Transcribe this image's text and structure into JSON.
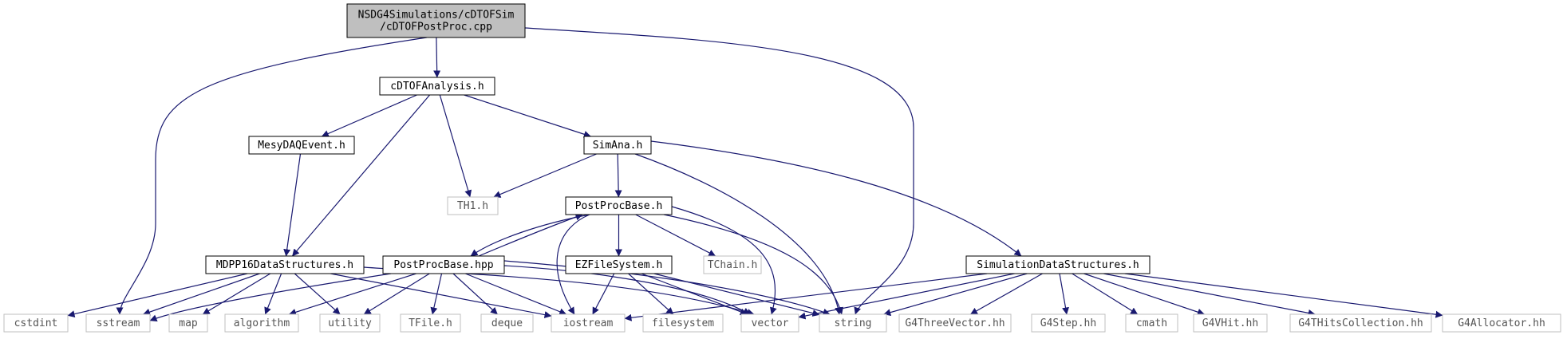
{
  "diagram": {
    "colors": {
      "edge": "#191970",
      "node_border": "#000000",
      "ext_border": "#bfbfbf",
      "root_fill": "#bfbfbf",
      "node_fill": "#ffffff",
      "text": "#000000",
      "ext_text": "#555555"
    },
    "nodes": [
      {
        "id": "root",
        "lines": [
          "NSDG4Simulations/cDTOFSim",
          "/cDTOFPostProc.cpp"
        ],
        "kind": "root"
      },
      {
        "id": "cdtofanalysis",
        "lines": [
          "cDTOFAnalysis.h"
        ],
        "kind": "local"
      },
      {
        "id": "mesydaqevent",
        "lines": [
          "MesyDAQEvent.h"
        ],
        "kind": "local"
      },
      {
        "id": "simana",
        "lines": [
          "SimAna.h"
        ],
        "kind": "local"
      },
      {
        "id": "th1",
        "lines": [
          "TH1.h"
        ],
        "kind": "external"
      },
      {
        "id": "postprocbase_h",
        "lines": [
          "PostProcBase.h"
        ],
        "kind": "local"
      },
      {
        "id": "mdpp16",
        "lines": [
          "MDPP16DataStructures.h"
        ],
        "kind": "local"
      },
      {
        "id": "postprocbase_hpp",
        "lines": [
          "PostProcBase.hpp"
        ],
        "kind": "local"
      },
      {
        "id": "ezfilesystem",
        "lines": [
          "EZFileSystem.h"
        ],
        "kind": "local"
      },
      {
        "id": "tchain",
        "lines": [
          "TChain.h"
        ],
        "kind": "external"
      },
      {
        "id": "simdatastruct",
        "lines": [
          "SimulationDataStructures.h"
        ],
        "kind": "local"
      },
      {
        "id": "cstdint",
        "lines": [
          "cstdint"
        ],
        "kind": "external"
      },
      {
        "id": "sstream",
        "lines": [
          "sstream"
        ],
        "kind": "external"
      },
      {
        "id": "map",
        "lines": [
          "map"
        ],
        "kind": "external"
      },
      {
        "id": "algorithm",
        "lines": [
          "algorithm"
        ],
        "kind": "external"
      },
      {
        "id": "utility",
        "lines": [
          "utility"
        ],
        "kind": "external"
      },
      {
        "id": "tfile",
        "lines": [
          "TFile.h"
        ],
        "kind": "external"
      },
      {
        "id": "deque",
        "lines": [
          "deque"
        ],
        "kind": "external"
      },
      {
        "id": "iostream",
        "lines": [
          "iostream"
        ],
        "kind": "external"
      },
      {
        "id": "filesystem",
        "lines": [
          "filesystem"
        ],
        "kind": "external"
      },
      {
        "id": "vector",
        "lines": [
          "vector"
        ],
        "kind": "external"
      },
      {
        "id": "string",
        "lines": [
          "string"
        ],
        "kind": "external"
      },
      {
        "id": "g4threevector",
        "lines": [
          "G4ThreeVector.hh"
        ],
        "kind": "external"
      },
      {
        "id": "g4step",
        "lines": [
          "G4Step.hh"
        ],
        "kind": "external"
      },
      {
        "id": "cmath",
        "lines": [
          "cmath"
        ],
        "kind": "external"
      },
      {
        "id": "g4vhit",
        "lines": [
          "G4VHit.hh"
        ],
        "kind": "external"
      },
      {
        "id": "g4thitscollection",
        "lines": [
          "G4THitsCollection.hh"
        ],
        "kind": "external"
      },
      {
        "id": "g4allocator",
        "lines": [
          "G4Allocator.hh"
        ],
        "kind": "external"
      }
    ],
    "edges": [
      {
        "from": "root",
        "to": "cdtofanalysis"
      },
      {
        "from": "root",
        "to": "sstream"
      },
      {
        "from": "root",
        "to": "string"
      },
      {
        "from": "cdtofanalysis",
        "to": "mesydaqevent"
      },
      {
        "from": "cdtofanalysis",
        "to": "simana"
      },
      {
        "from": "cdtofanalysis",
        "to": "th1"
      },
      {
        "from": "cdtofanalysis",
        "to": "mdpp16"
      },
      {
        "from": "mesydaqevent",
        "to": "mdpp16"
      },
      {
        "from": "simana",
        "to": "th1"
      },
      {
        "from": "simana",
        "to": "postprocbase_h"
      },
      {
        "from": "simana",
        "to": "string"
      },
      {
        "from": "simana",
        "to": "simdatastruct"
      },
      {
        "from": "postprocbase_h",
        "to": "postprocbase_hpp"
      },
      {
        "from": "postprocbase_hpp",
        "to": "postprocbase_h"
      },
      {
        "from": "postprocbase_h",
        "to": "ezfilesystem"
      },
      {
        "from": "postprocbase_h",
        "to": "tchain"
      },
      {
        "from": "postprocbase_h",
        "to": "iostream"
      },
      {
        "from": "postprocbase_h",
        "to": "vector"
      },
      {
        "from": "postprocbase_h",
        "to": "string"
      },
      {
        "from": "mdpp16",
        "to": "cstdint"
      },
      {
        "from": "mdpp16",
        "to": "sstream"
      },
      {
        "from": "mdpp16",
        "to": "map"
      },
      {
        "from": "mdpp16",
        "to": "algorithm"
      },
      {
        "from": "mdpp16",
        "to": "utility"
      },
      {
        "from": "mdpp16",
        "to": "iostream"
      },
      {
        "from": "mdpp16",
        "to": "vector"
      },
      {
        "from": "postprocbase_hpp",
        "to": "sstream"
      },
      {
        "from": "postprocbase_hpp",
        "to": "algorithm"
      },
      {
        "from": "postprocbase_hpp",
        "to": "utility"
      },
      {
        "from": "postprocbase_hpp",
        "to": "tfile"
      },
      {
        "from": "postprocbase_hpp",
        "to": "deque"
      },
      {
        "from": "postprocbase_hpp",
        "to": "iostream"
      },
      {
        "from": "postprocbase_hpp",
        "to": "vector"
      },
      {
        "from": "postprocbase_hpp",
        "to": "string"
      },
      {
        "from": "ezfilesystem",
        "to": "iostream"
      },
      {
        "from": "ezfilesystem",
        "to": "filesystem"
      },
      {
        "from": "ezfilesystem",
        "to": "vector"
      },
      {
        "from": "ezfilesystem",
        "to": "string"
      },
      {
        "from": "simdatastruct",
        "to": "iostream"
      },
      {
        "from": "simdatastruct",
        "to": "vector"
      },
      {
        "from": "simdatastruct",
        "to": "string"
      },
      {
        "from": "simdatastruct",
        "to": "g4threevector"
      },
      {
        "from": "simdatastruct",
        "to": "g4step"
      },
      {
        "from": "simdatastruct",
        "to": "cmath"
      },
      {
        "from": "simdatastruct",
        "to": "g4vhit"
      },
      {
        "from": "simdatastruct",
        "to": "g4thitscollection"
      },
      {
        "from": "simdatastruct",
        "to": "g4allocator"
      }
    ]
  }
}
